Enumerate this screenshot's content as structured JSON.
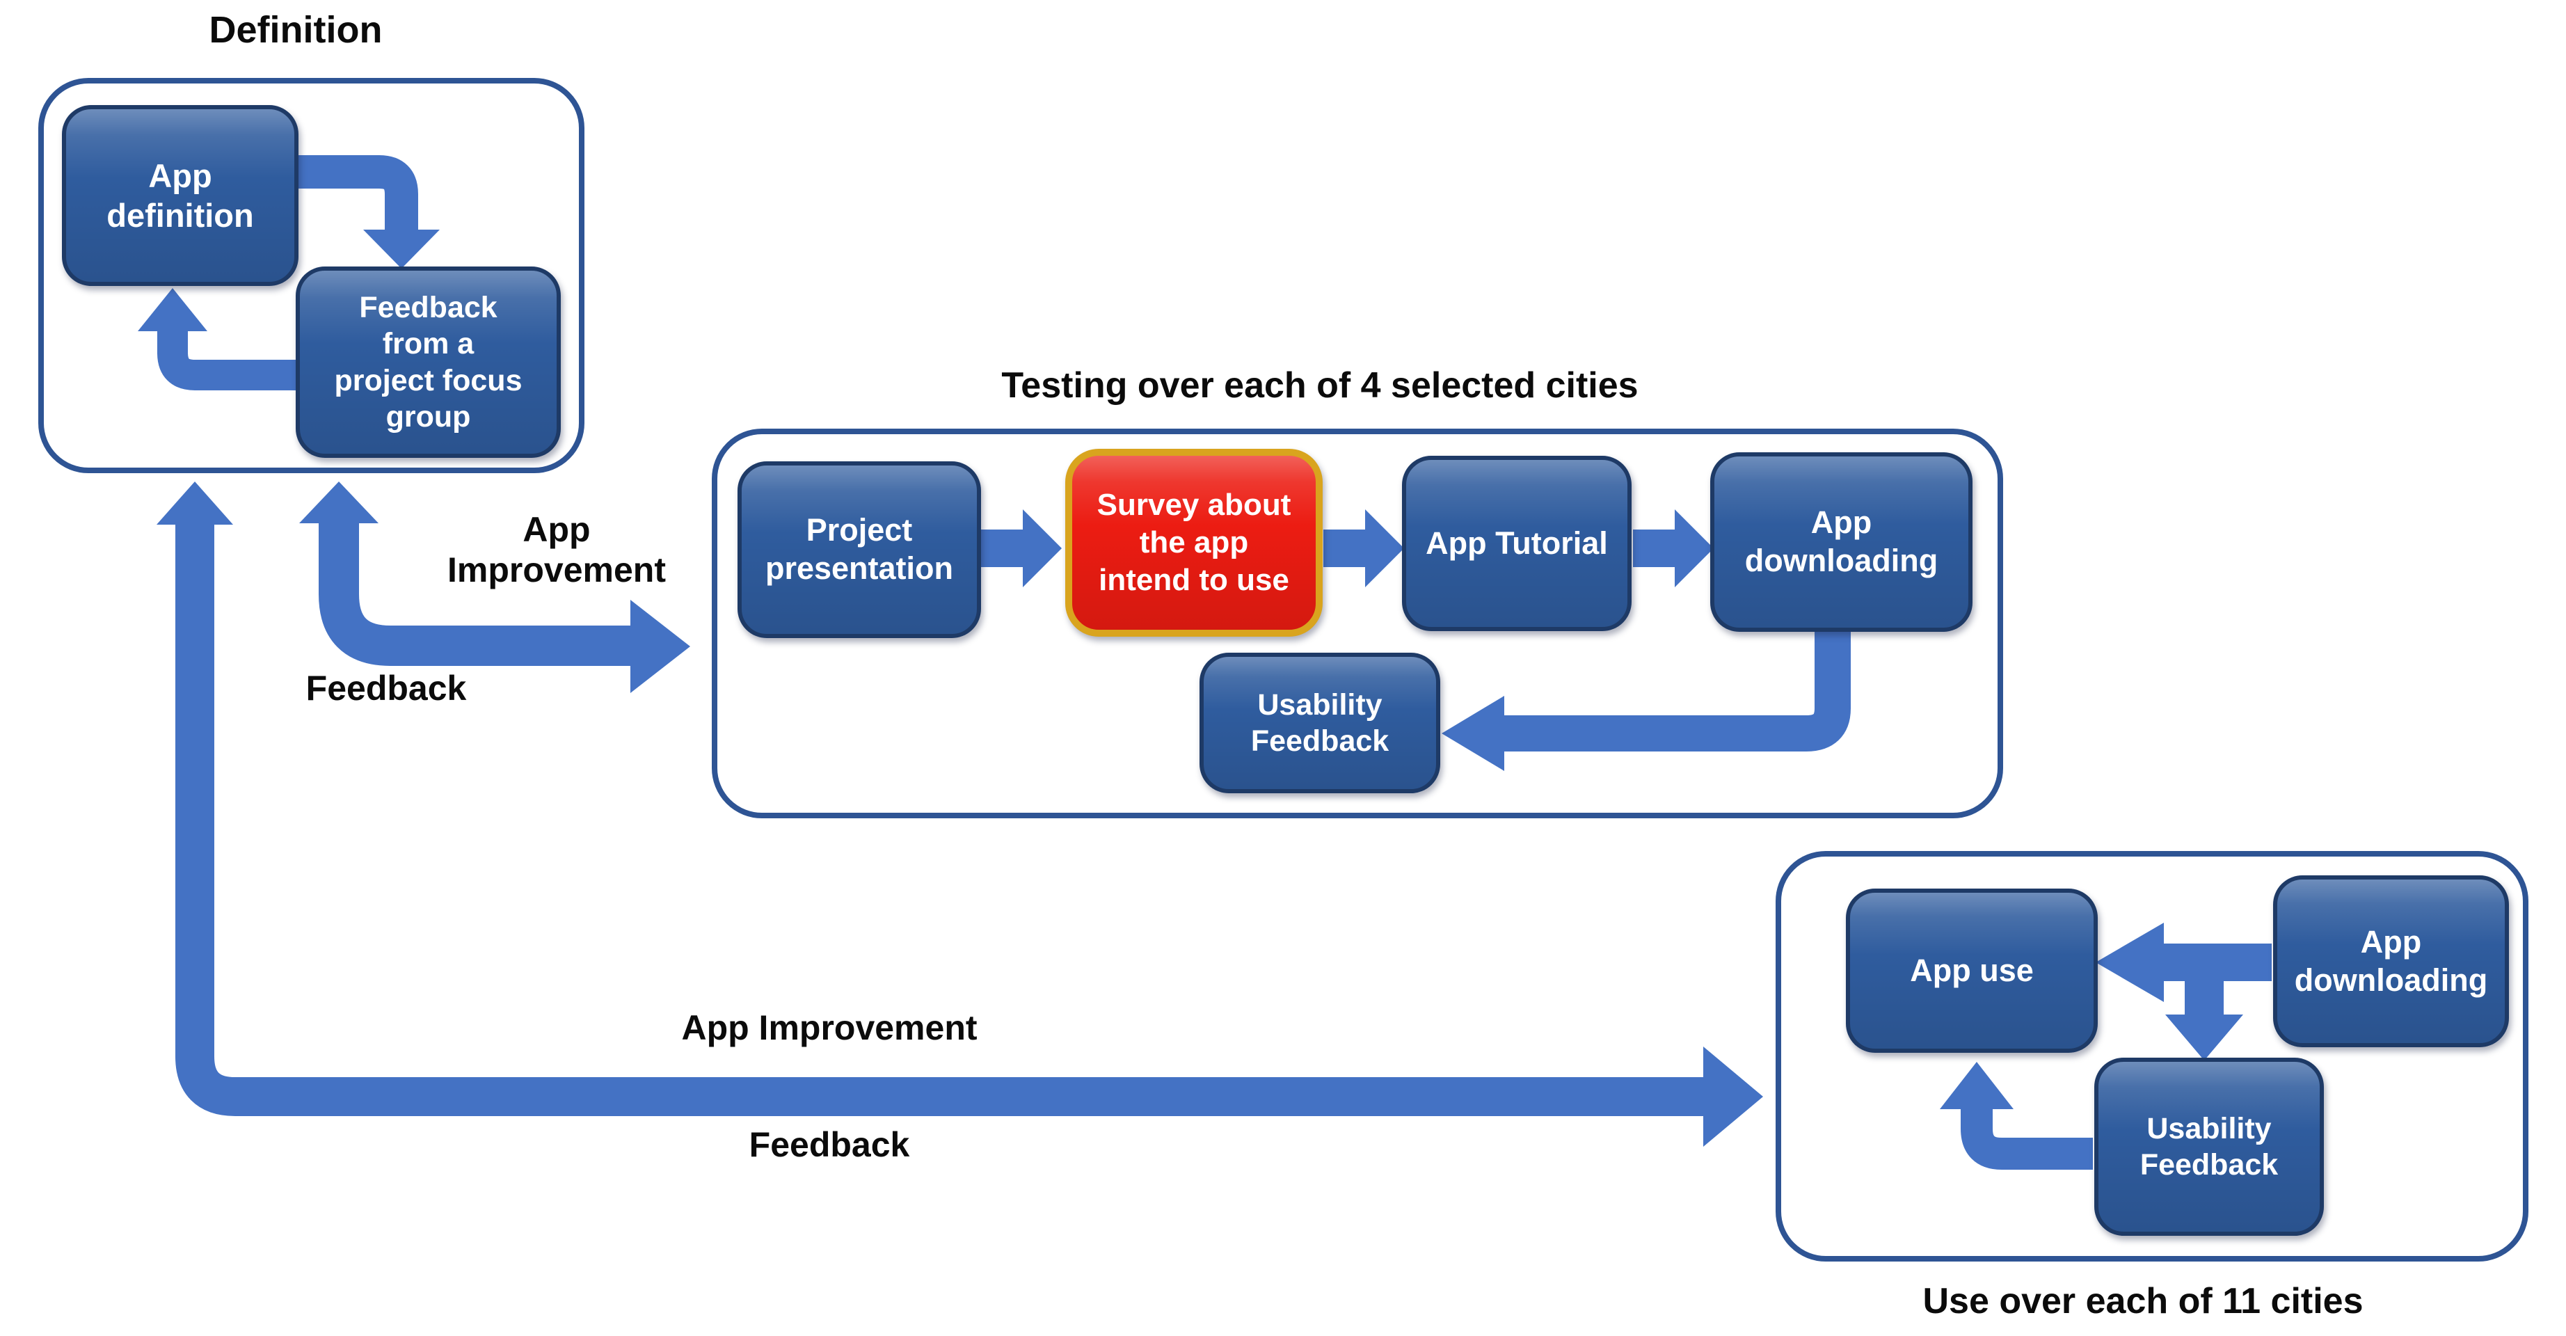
{
  "colors": {
    "background": "#ffffff",
    "arrow_blue": "#4472c4",
    "box_fill": "#2f5c9e",
    "box_border": "#1e3a66",
    "box_text": "#ffffff",
    "container_border": "#2e5494",
    "red_fill": "#ec1c12",
    "red_border": "#d9a41e",
    "label_text": "#0b0b0b"
  },
  "definition_group": {
    "title": "Definition",
    "app_definition": "App\ndefinition",
    "focus_feedback": "Feedback\nfrom a\nproject focus\ngroup"
  },
  "testing_group": {
    "title": "Testing over each of 4 selected cities",
    "project_presentation": "Project\npresentation",
    "survey": "Survey about\nthe app\nintend to use",
    "app_tutorial": "App Tutorial",
    "app_downloading": "App\ndownloading",
    "usability_feedback": "Usability\nFeedback"
  },
  "use_group": {
    "title": "Use over each of 11 cities",
    "app_use": "App use",
    "app_downloading": "App\ndownloading",
    "usability_feedback": "Usability\nFeedback"
  },
  "flow_labels": {
    "upper_app_improvement": "App\nImprovement",
    "upper_feedback": "Feedback",
    "lower_app_improvement": "App Improvement",
    "lower_feedback": "Feedback"
  }
}
